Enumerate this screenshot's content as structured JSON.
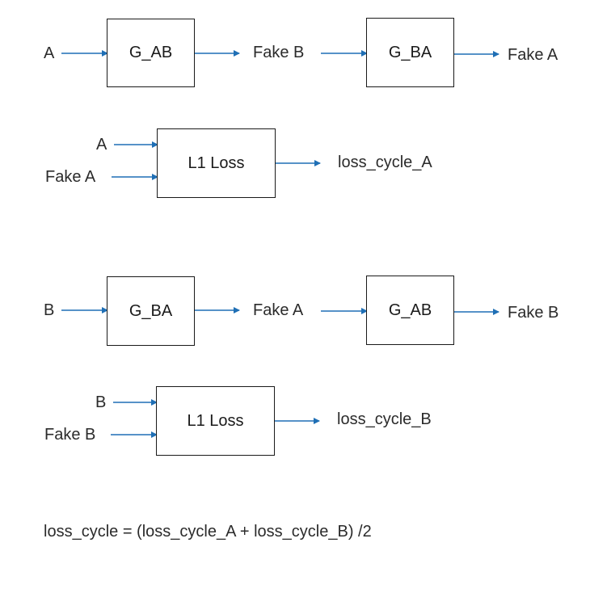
{
  "cycle_a": {
    "stage1": {
      "input": "A",
      "generator1": "G_AB",
      "intermediate": "Fake B",
      "generator2": "G_BA",
      "output": "Fake A"
    },
    "stage2": {
      "input1": "A",
      "input2": "Fake A",
      "loss_box": "L1 Loss",
      "output": "loss_cycle_A"
    }
  },
  "cycle_b": {
    "stage1": {
      "input": "B",
      "generator1": "G_BA",
      "intermediate": "Fake A",
      "generator2": "G_AB",
      "output": "Fake B"
    },
    "stage2": {
      "input1": "B",
      "input2": "Fake B",
      "loss_box": "L1 Loss",
      "output": "loss_cycle_B"
    }
  },
  "formula": "loss_cycle = (loss_cycle_A + loss_cycle_B) /2",
  "colors": {
    "arrow": "#1f6fb5",
    "box_border": "#1a1a1a",
    "text": "#2b2b2b"
  }
}
